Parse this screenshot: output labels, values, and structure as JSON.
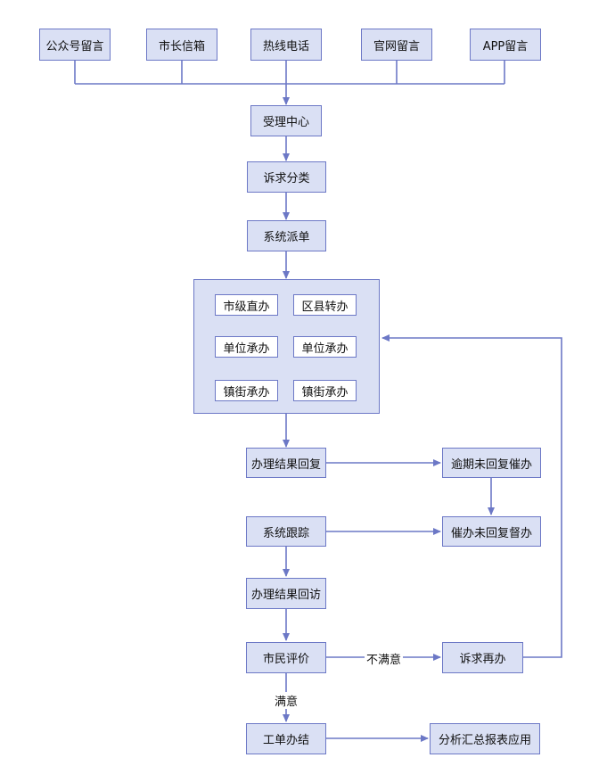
{
  "colors": {
    "box_fill": "#dae0f4",
    "stroke": "#6c78c6",
    "inner_fill": "#ffffff"
  },
  "sources": [
    "公众号留言",
    "市长信箱",
    "热线电话",
    "官网留言",
    "APP留言"
  ],
  "steps": {
    "accept": "受理中心",
    "classify": "诉求分类",
    "dispatch": "系统派单",
    "reply": "办理结果回复",
    "overdue": "逾期未回复催办",
    "tracking": "系统跟踪",
    "supervise": "催办未回复督办",
    "revisit": "办理结果回访",
    "evaluate": "市民评价",
    "redo": "诉求再办",
    "finish": "工单办结",
    "report": "分析汇总报表应用"
  },
  "handling": {
    "left": [
      "市级直办",
      "单位承办",
      "镇街承办"
    ],
    "right": [
      "区县转办",
      "单位承办",
      "镇街承办"
    ]
  },
  "edge_labels": {
    "unsatisfied": "不满意",
    "satisfied": "满意"
  }
}
